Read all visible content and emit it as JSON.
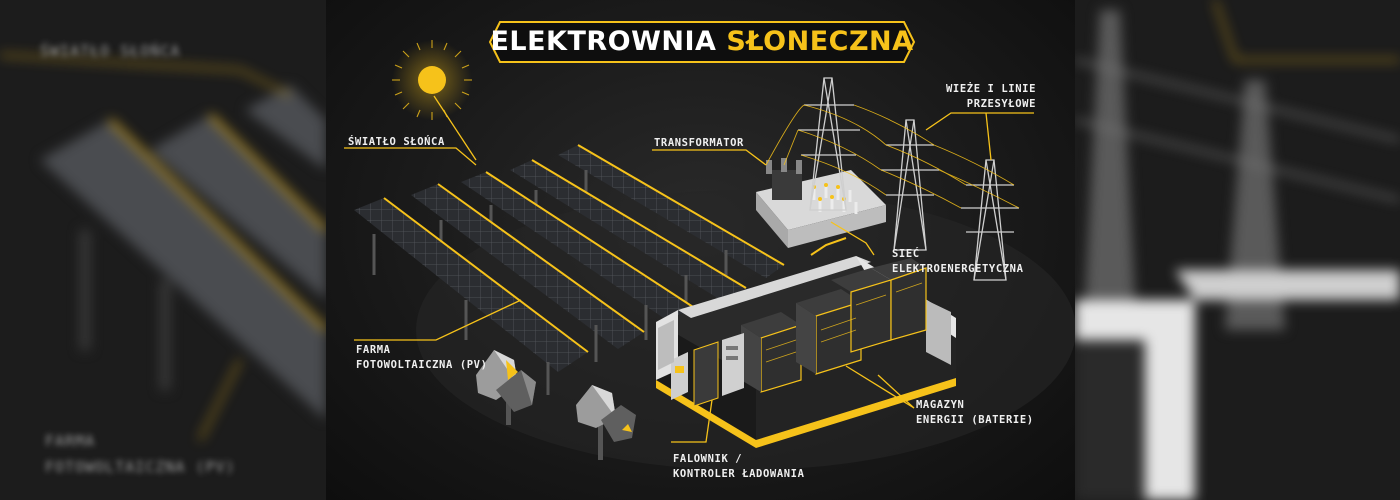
{
  "title": {
    "part1": "ELEKTROWNIA",
    "part2": "SŁONECZNA"
  },
  "labels": {
    "sunlight": "ŚWIATŁO SŁOŃCA",
    "transformer": "TRANSFORMATOR",
    "towers": [
      "WIEŻE I LINIE",
      "PRZESYŁOWE"
    ],
    "grid": [
      "SIEĆ",
      "ELEKTROENERGETYCZNA"
    ],
    "pv_farm": [
      "FARMA",
      "FOTOWOLTAICZNA (PV)"
    ],
    "storage": [
      "MAGAZYN",
      "ENERGII (BATERIE)"
    ],
    "inverter": [
      "FALOWNIK /",
      "KONTROLER ŁADOWANIA"
    ]
  },
  "ghost_labels": {
    "left_top": "ŚWIATŁO SŁOŃCA",
    "left_bottom": [
      "FARMA",
      "FOTOWOLTAICZNA (PV)"
    ]
  },
  "colors": {
    "accent": "#f6c21a",
    "background": "#161616",
    "panel": "#2b2d31",
    "text": "#f0f0f0"
  }
}
